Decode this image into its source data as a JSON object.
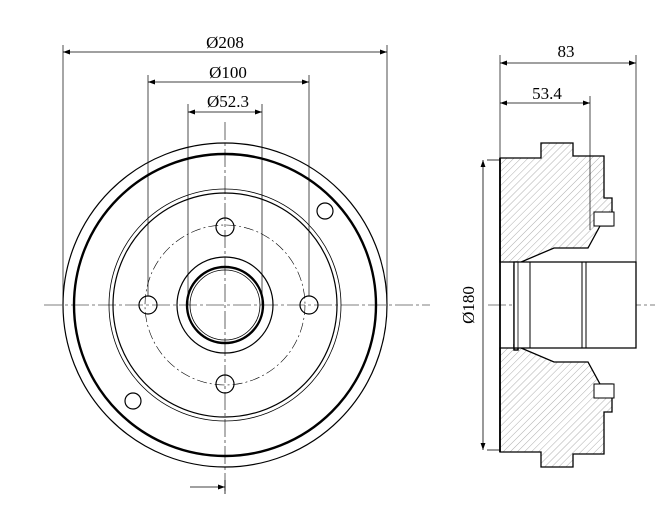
{
  "front_view": {
    "dimensions": {
      "outer_diameter": "Ø208",
      "bolt_circle": "Ø100",
      "center_bore": "Ø52.3"
    }
  },
  "side_view": {
    "dimensions": {
      "overall_width": "83",
      "flange_offset": "53.4",
      "drum_inner_diameter": "Ø180"
    }
  }
}
